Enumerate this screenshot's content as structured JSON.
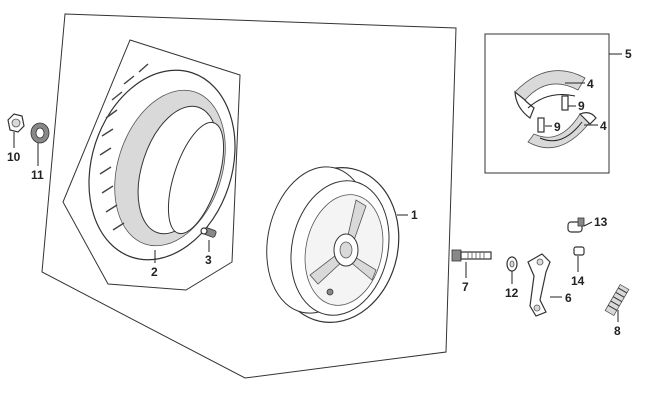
{
  "diagram": {
    "callouts": [
      {
        "id": "c1",
        "text": "1"
      },
      {
        "id": "c2",
        "text": "2"
      },
      {
        "id": "c3",
        "text": "3"
      },
      {
        "id": "c4a",
        "text": "4"
      },
      {
        "id": "c4b",
        "text": "4"
      },
      {
        "id": "c5",
        "text": "5"
      },
      {
        "id": "c6",
        "text": "6"
      },
      {
        "id": "c7",
        "text": "7"
      },
      {
        "id": "c8",
        "text": "8"
      },
      {
        "id": "c9a",
        "text": "9"
      },
      {
        "id": "c9b",
        "text": "9"
      },
      {
        "id": "c10",
        "text": "10"
      },
      {
        "id": "c11",
        "text": "11"
      },
      {
        "id": "c12",
        "text": "12"
      },
      {
        "id": "c13",
        "text": "13"
      },
      {
        "id": "c14",
        "text": "14"
      }
    ]
  }
}
